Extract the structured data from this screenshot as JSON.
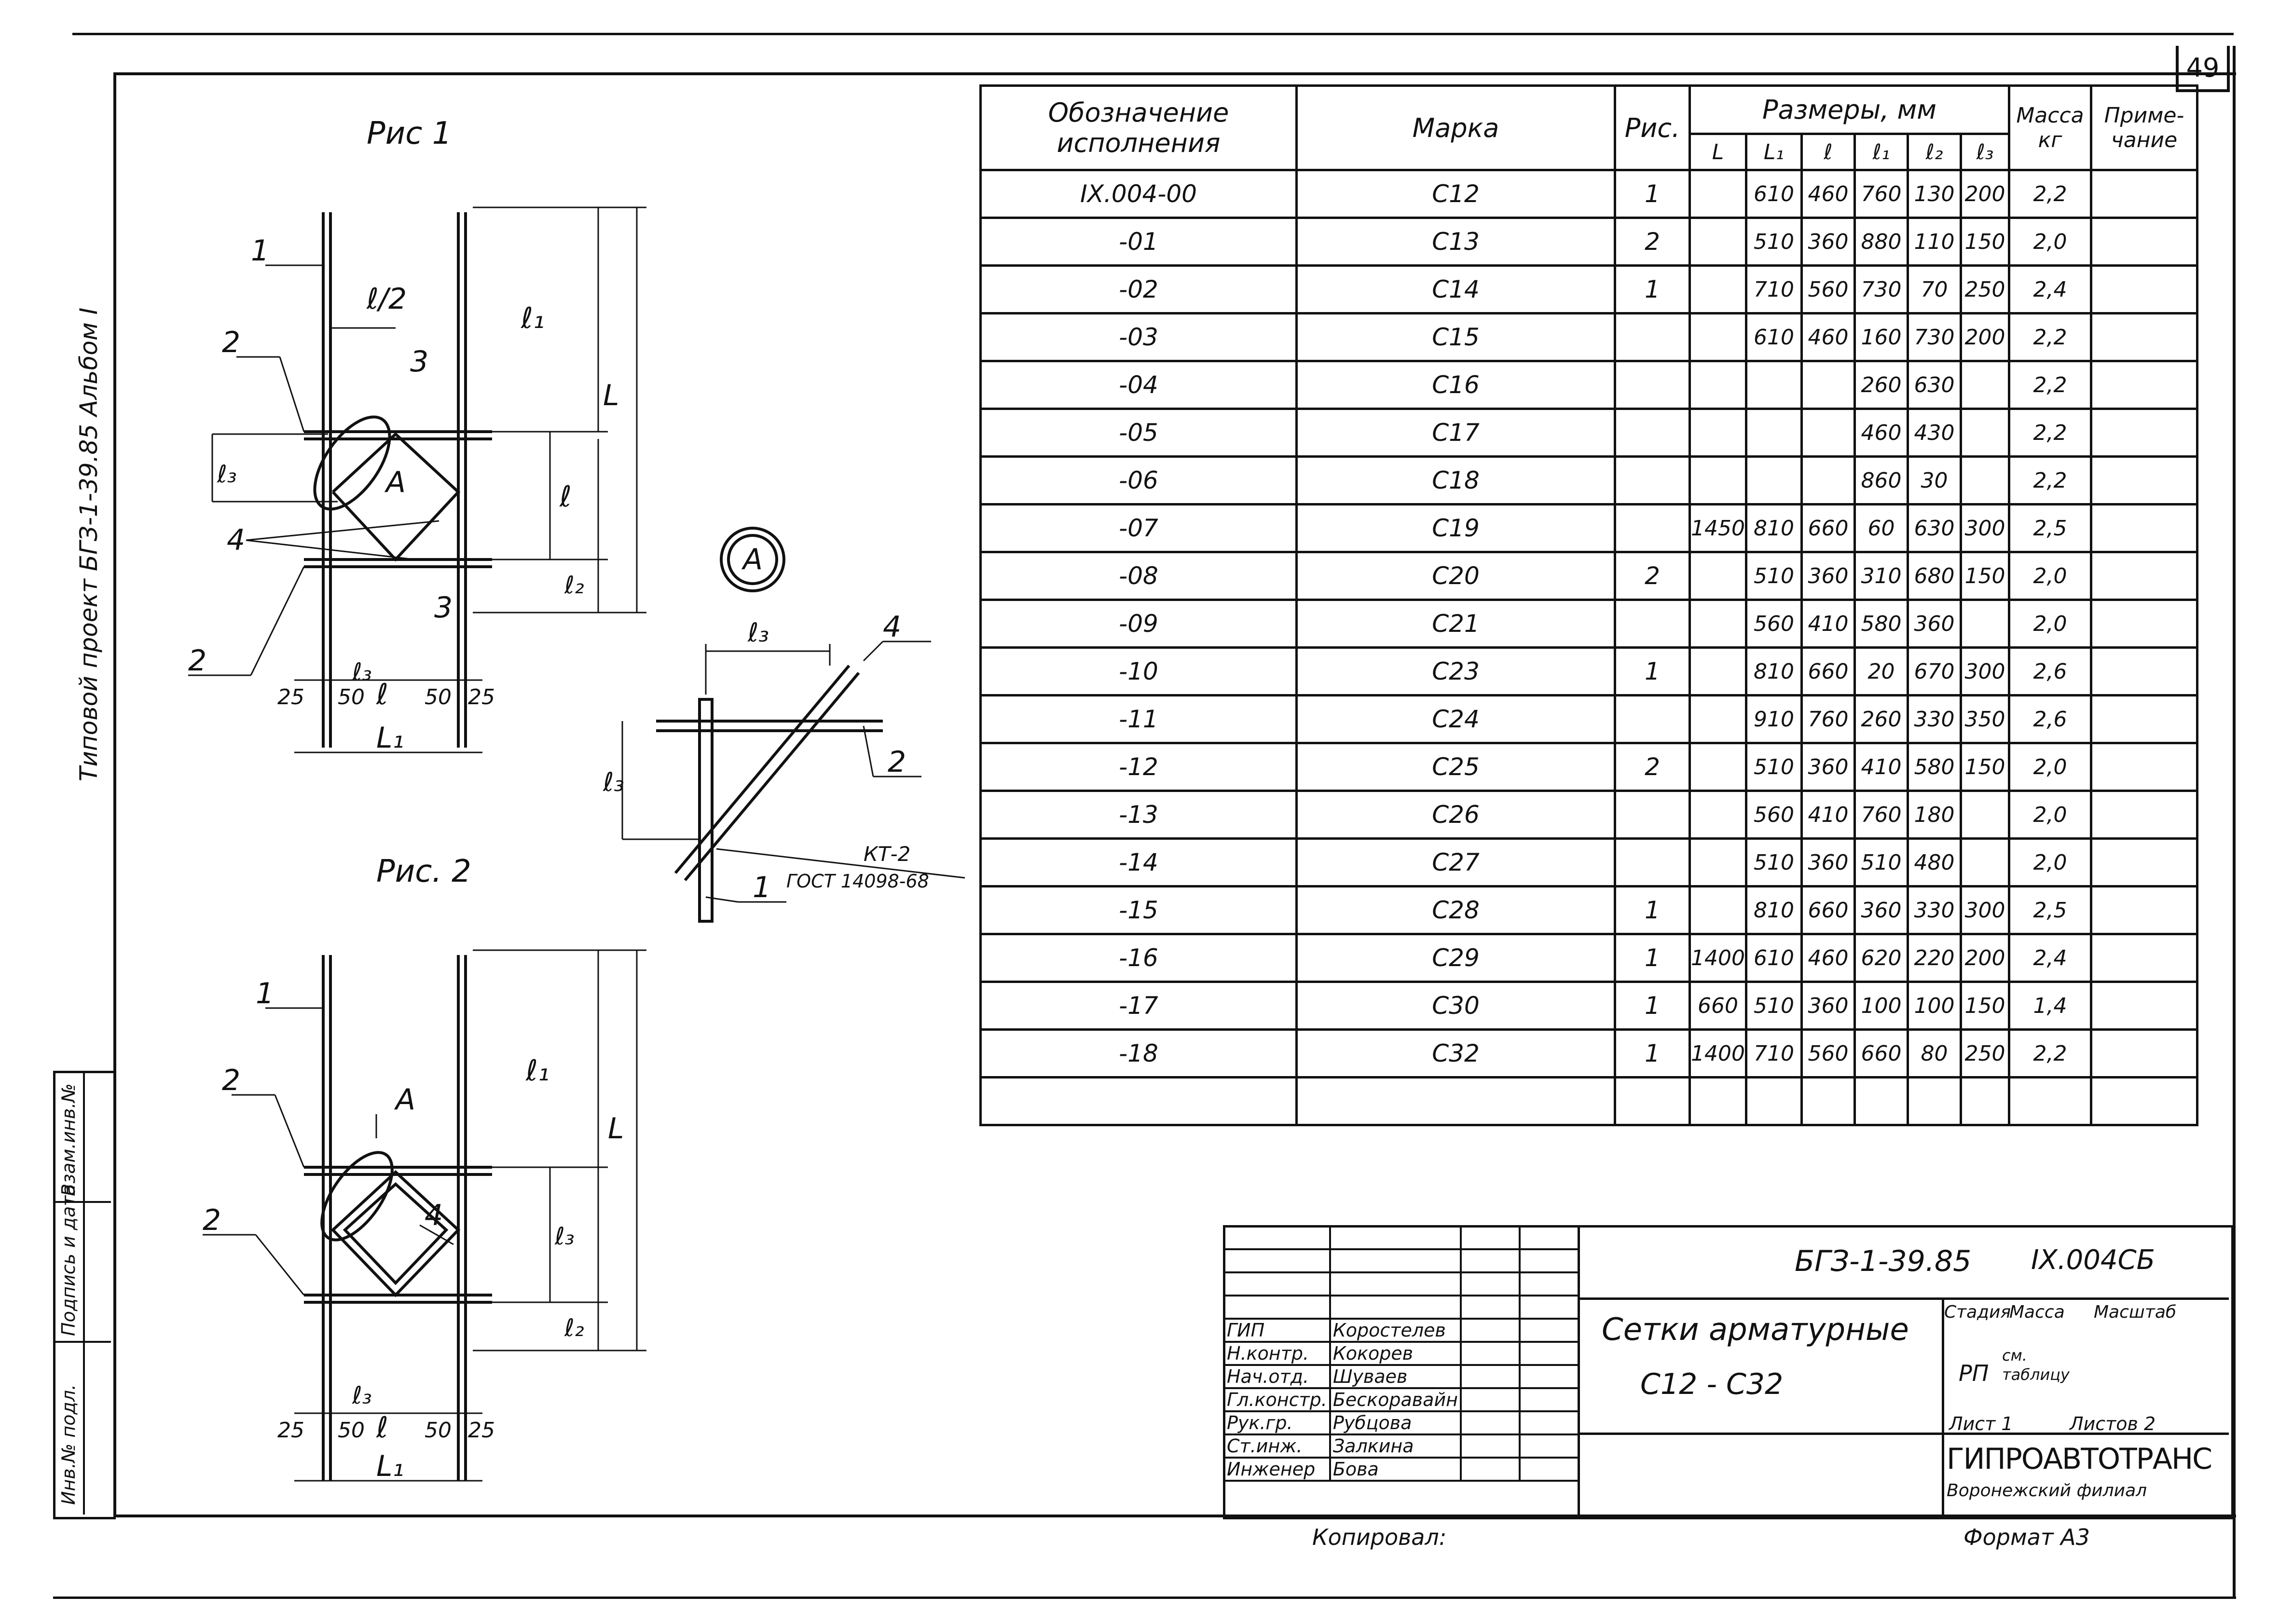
{
  "sheet": {
    "number": "49"
  },
  "side_stamp": {
    "project": "Типовой  проект  БГЗ-1-39.85  Альбом  I",
    "inv_no": "Инв.№ подл.",
    "sign_date": "Подпись и дата",
    "replace_inv": "Взам.инв.№"
  },
  "figures": {
    "fig1_title": "Рис 1",
    "fig2_title": "Рис. 2",
    "callout_a": "A",
    "detail_label": "A",
    "labels": {
      "n1": "1",
      "n2": "2",
      "n3": "3",
      "n4": "4",
      "l": "ℓ",
      "l_half": "ℓ/2",
      "l1": "ℓ₁",
      "l2": "ℓ₂",
      "l3": "ℓ₃",
      "L": "L",
      "L1": "L₁",
      "d25": "25",
      "d50": "50",
      "d50b": "50"
    },
    "detail_weld": "КТ-2",
    "detail_gost": "ГОСТ 14098-68"
  },
  "spec_table": {
    "headers": {
      "designation": "Обозначение исполнения",
      "mark": "Марка",
      "fig": "Рис.",
      "sizes": "Размеры, мм",
      "mass": "Масса кг",
      "note": "Приме- чание",
      "L": "L",
      "L1": "L₁",
      "l": "ℓ",
      "l1": "ℓ₁",
      "l2": "ℓ₂",
      "l3": "ℓ₃"
    },
    "rows": [
      {
        "des": "IX.004-00",
        "mark": "С12",
        "fig": "1",
        "L": "",
        "L1": "610",
        "l": "460",
        "l1": "760",
        "l2": "130",
        "l3": "200",
        "mass": "2,2"
      },
      {
        "des": "-01",
        "mark": "С13",
        "fig": "2",
        "L": "",
        "L1": "510",
        "l": "360",
        "l1": "880",
        "l2": "110",
        "l3": "150",
        "mass": "2,0"
      },
      {
        "des": "-02",
        "mark": "С14",
        "fig": "1",
        "L": "",
        "L1": "710",
        "l": "560",
        "l1": "730",
        "l2": "70",
        "l3": "250",
        "mass": "2,4"
      },
      {
        "des": "-03",
        "mark": "С15",
        "fig": "",
        "L": "",
        "L1": "610",
        "l": "460",
        "l1": "160",
        "l2": "730",
        "l3": "200",
        "mass": "2,2"
      },
      {
        "des": "-04",
        "mark": "С16",
        "fig": "",
        "L": "",
        "L1": "",
        "l": "",
        "l1": "260",
        "l2": "630",
        "l3": "",
        "mass": "2,2"
      },
      {
        "des": "-05",
        "mark": "С17",
        "fig": "",
        "L": "",
        "L1": "",
        "l": "",
        "l1": "460",
        "l2": "430",
        "l3": "",
        "mass": "2,2"
      },
      {
        "des": "-06",
        "mark": "С18",
        "fig": "",
        "L": "",
        "L1": "",
        "l": "",
        "l1": "860",
        "l2": "30",
        "l3": "",
        "mass": "2,2"
      },
      {
        "des": "-07",
        "mark": "С19",
        "fig": "",
        "L": "1450",
        "L1": "810",
        "l": "660",
        "l1": "60",
        "l2": "630",
        "l3": "300",
        "mass": "2,5"
      },
      {
        "des": "-08",
        "mark": "С20",
        "fig": "2",
        "L": "",
        "L1": "510",
        "l": "360",
        "l1": "310",
        "l2": "680",
        "l3": "150",
        "mass": "2,0"
      },
      {
        "des": "-09",
        "mark": "С21",
        "fig": "",
        "L": "",
        "L1": "560",
        "l": "410",
        "l1": "580",
        "l2": "360",
        "l3": "",
        "mass": "2,0"
      },
      {
        "des": "-10",
        "mark": "С23",
        "fig": "1",
        "L": "",
        "L1": "810",
        "l": "660",
        "l1": "20",
        "l2": "670",
        "l3": "300",
        "mass": "2,6"
      },
      {
        "des": "-11",
        "mark": "С24",
        "fig": "",
        "L": "",
        "L1": "910",
        "l": "760",
        "l1": "260",
        "l2": "330",
        "l3": "350",
        "mass": "2,6"
      },
      {
        "des": "-12",
        "mark": "С25",
        "fig": "2",
        "L": "",
        "L1": "510",
        "l": "360",
        "l1": "410",
        "l2": "580",
        "l3": "150",
        "mass": "2,0"
      },
      {
        "des": "-13",
        "mark": "С26",
        "fig": "",
        "L": "",
        "L1": "560",
        "l": "410",
        "l1": "760",
        "l2": "180",
        "l3": "",
        "mass": "2,0"
      },
      {
        "des": "-14",
        "mark": "С27",
        "fig": "",
        "L": "",
        "L1": "510",
        "l": "360",
        "l1": "510",
        "l2": "480",
        "l3": "",
        "mass": "2,0"
      },
      {
        "des": "-15",
        "mark": "С28",
        "fig": "1",
        "L": "",
        "L1": "810",
        "l": "660",
        "l1": "360",
        "l2": "330",
        "l3": "300",
        "mass": "2,5"
      },
      {
        "des": "-16",
        "mark": "С29",
        "fig": "1",
        "L": "1400",
        "L1": "610",
        "l": "460",
        "l1": "620",
        "l2": "220",
        "l3": "200",
        "mass": "2,4"
      },
      {
        "des": "-17",
        "mark": "С30",
        "fig": "1",
        "L": "660",
        "L1": "510",
        "l": "360",
        "l1": "100",
        "l2": "100",
        "l3": "150",
        "mass": "1,4"
      },
      {
        "des": "-18",
        "mark": "С32",
        "fig": "1",
        "L": "1400",
        "L1": "710",
        "l": "560",
        "l1": "660",
        "l2": "80",
        "l3": "250",
        "mass": "2,2"
      }
    ]
  },
  "title_block": {
    "doc_code": "БГЗ-1-39.85",
    "doc_mark": "IX.004СБ",
    "title_line1": "Сетки арматурные",
    "title_line2": "С12 - С32",
    "stage_hdr": "Стадия",
    "mass_hdr": "Масса",
    "scale_hdr": "Масштаб",
    "stage": "РП",
    "mass_val": "см. таблицу",
    "sheet": "Лист 1",
    "sheets": "Листов 2",
    "org": "ГИПРОАВТОТРАНС",
    "branch": "Воронежский филиал",
    "roles": [
      {
        "role": "ГИП",
        "name": "Коростелев"
      },
      {
        "role": "Н.контр.",
        "name": "Кокорев"
      },
      {
        "role": "Нач.отд.",
        "name": "Шуваев"
      },
      {
        "role": "Гл.констр.",
        "name": "Бескоравайн"
      },
      {
        "role": "Рук.гр.",
        "name": "Рубцова"
      },
      {
        "role": "Ст.инж.",
        "name": "Залкина"
      },
      {
        "role": "Инженер",
        "name": "Бова"
      }
    ]
  },
  "footer": {
    "copied": "Копировал:",
    "format": "Формат А3"
  }
}
